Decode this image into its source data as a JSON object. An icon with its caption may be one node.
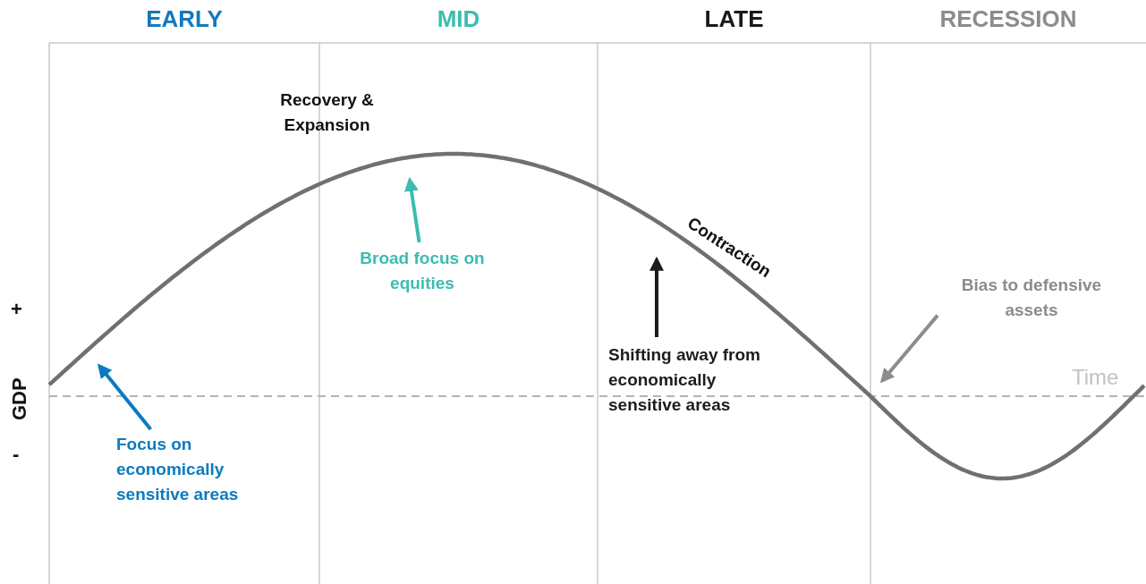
{
  "diagram": {
    "nodes": [
      {
        "text": [
          "EARLY"
        ]
      },
      {
        "text": [
          "MID"
        ]
      },
      {
        "text": [
          "LATE"
        ]
      },
      {
        "text": [
          "RECESSION"
        ]
      },
      {
        "text": [
          "Focus on economically sensitive areas"
        ],
        "in": 0
      },
      {
        "text": [
          "Broad focus on equities"
        ],
        "in": 1
      },
      {
        "text": [
          "Shifting away from economically sensitive areas"
        ],
        "in": 2
      },
      {
        "text": [
          "Bias to defensive assets"
        ],
        "in": 3
      }
    ],
    "edges": [
      {
        "from": 4,
        "to": null,
        "arrow": "to",
        "color": "#0b7bc0"
      },
      {
        "from": 5,
        "to": null,
        "arrow": "to",
        "color": "#3cbdb0"
      },
      {
        "from": 6,
        "to": null,
        "arrow": "to",
        "color": "#1c1c1e"
      },
      {
        "from": 7,
        "to": null,
        "arrow": "to",
        "color": "#8c8c8e"
      }
    ],
    "labels": [
      "Recovery & Expansion",
      "Contraction",
      "Time",
      "+",
      "GDP",
      "-"
    ]
  }
}
